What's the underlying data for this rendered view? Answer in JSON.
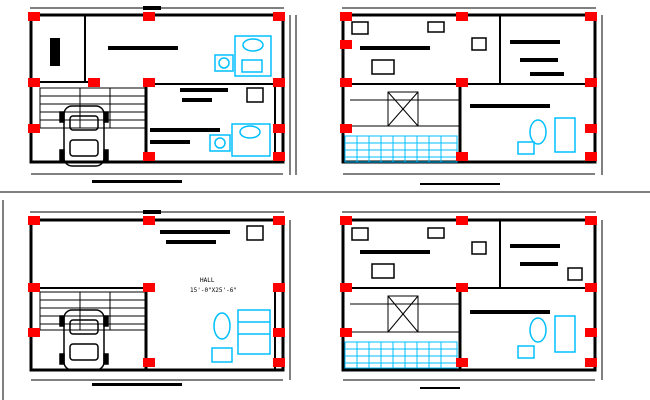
{
  "drawing": {
    "colors": {
      "wall": "#000000",
      "column": "#ff0000",
      "sanitary": "#00bfff",
      "floor_grid": "#00bfff",
      "background": "#ffffff"
    },
    "plans": [
      {
        "id": "ground-floor",
        "label": "",
        "hall_text": "",
        "dims_text": "",
        "has_car": true,
        "has_stairs": true,
        "has_grid_floor": false
      },
      {
        "id": "first-floor",
        "label": "",
        "hall_text": "",
        "dims_text": "",
        "has_car": false,
        "has_stairs": true,
        "has_grid_floor": true
      },
      {
        "id": "second-floor",
        "label": "",
        "hall_text": "HALL",
        "dims_text": "15'-0\"X25'-6\"",
        "has_car": true,
        "has_stairs": true,
        "has_grid_floor": false
      },
      {
        "id": "third-floor",
        "label": "",
        "hall_text": "",
        "dims_text": "",
        "has_car": false,
        "has_stairs": true,
        "has_grid_floor": true
      }
    ]
  }
}
